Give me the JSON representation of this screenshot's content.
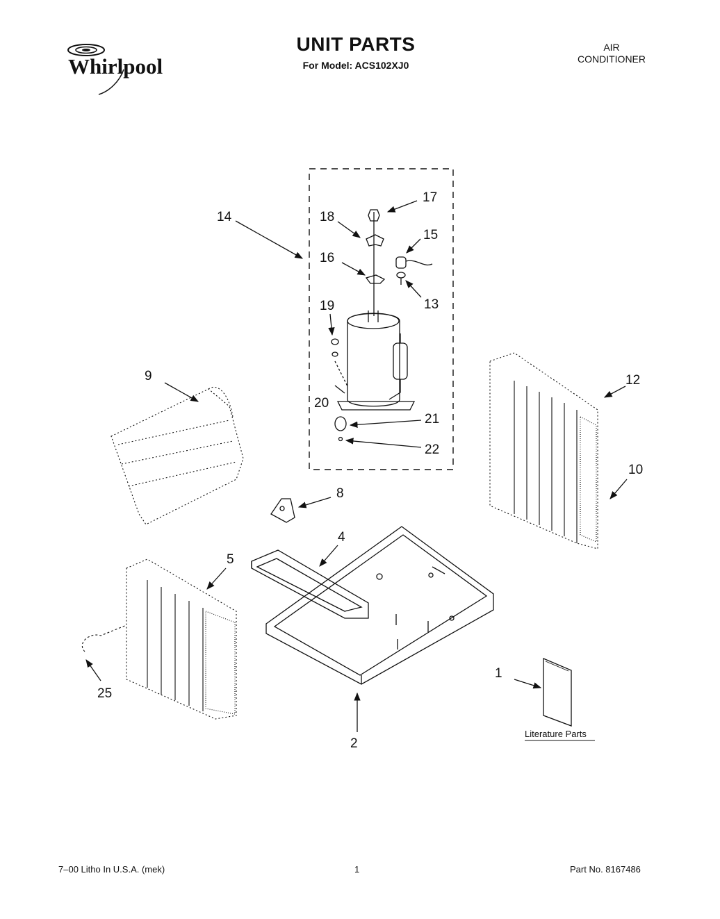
{
  "header": {
    "title": "UNIT PARTS",
    "subtitle": "For Model: ACS102XJ0",
    "category_line1": "AIR",
    "category_line2": "CONDITIONER",
    "brand": "Whirlpool"
  },
  "callouts": [
    "1",
    "2",
    "4",
    "5",
    "8",
    "9",
    "10",
    "12",
    "13",
    "14",
    "15",
    "16",
    "17",
    "18",
    "19",
    "20",
    "21",
    "22",
    "25"
  ],
  "literature_label": "Literature Parts",
  "footer": {
    "left": "7–00 Litho In U.S.A. (mek)",
    "center": "1",
    "right": "Part No. 8167486"
  }
}
